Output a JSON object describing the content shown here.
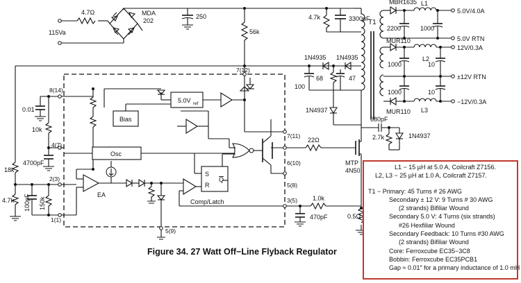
{
  "caption": "Figure 34. 27 Watt Off−Line Flyback Regulator",
  "inputs": {
    "r_in": "4.7Ω",
    "bridge_label_1": "MDA",
    "bridge_label_2": "202",
    "ac_in": "115Va",
    "c_bulk": "250",
    "r_start": "56k",
    "r_snub": "4.7k",
    "c_snub": "3300pF"
  },
  "transformer": {
    "name": "T1"
  },
  "outputs": {
    "d_5v": "MBR1635",
    "l1": "L1",
    "c_5v_a": "2200",
    "c_5v_b": "1000",
    "v_5v": "5.0V/4.0A",
    "rtn_5v": "5.0V RTN",
    "d_12v_a": "MUR110",
    "c_12v_a": "1000",
    "l2": "L2",
    "c_12v_b": "10",
    "v_12v": "12V/0.3A",
    "rtn_12v": "±12V RTN",
    "c_n12_a": "1000",
    "c_n12_b": "10",
    "d_12v_b": "MUR110",
    "v_n12v": "−12V/0.3A",
    "l3": "L3"
  },
  "aux": {
    "d_a": "1N4935",
    "d_b": "1N4935",
    "c_100": "100",
    "r_68": "68",
    "c_47": "47",
    "d_c": "1N4937",
    "c_680": "680pF",
    "r_27k": "2.7k",
    "d_d": "1N4937"
  },
  "controller": {
    "pin7": "7(12)",
    "pin8": "8(14)",
    "pin4": "4(7)",
    "pin2": "2(3)",
    "pin1": "1(1)",
    "pin7b": "7(11)",
    "pin6": "6(10)",
    "pin5": "5(8)",
    "pin3": "3(5)",
    "pin5b": "5(9)",
    "vref": "5.0V",
    "vref_sub": "ref",
    "bias": "Bias",
    "osc": "Osc",
    "ea": "EA",
    "latch": "Comp/Latch",
    "latch_s": "S",
    "latch_r": "R",
    "latch_q": "Q"
  },
  "externals": {
    "c_001": "0.01",
    "r_10k": "10k",
    "c_4700": "4700pF",
    "r_18k": "18k",
    "c_100pf": "100pF",
    "r_47k": "4.7k",
    "r_150k": "150k",
    "r_22": "22Ω",
    "q_name": "MTP",
    "q_part": "4N50",
    "r_1k": "1.0k",
    "c_470": "470pF",
    "r_05": "0.5Ω"
  },
  "notes": [
    "L1 − 15 µH at 5.0 A, Coilcraft Z7156.",
    "L2, L3 − 25 µH at 1.0 A, Coilcraft Z7157.",
    "T1 − Primary: 45 Turns # 26 AWG",
    "Secondary ± 12 V: 9 Turns # 30 AWG",
    "(2 strands) Bifiliar Wound",
    "Secondary 5.0 V: 4 Turns (six strands)",
    "#26 Hexfiliar Wound",
    "Secondary Feedback: 10 Turns #30 AWG",
    "(2 strands) Bifiliar Wound",
    "Core: Ferroxcube EC35−3C8",
    "Bobbin: Ferroxcube EC35PCB1",
    "Gap ≈ 0.01″ for a primary inductance of 1.0 mH"
  ],
  "colors": {
    "notes_border": "#c0392b"
  }
}
